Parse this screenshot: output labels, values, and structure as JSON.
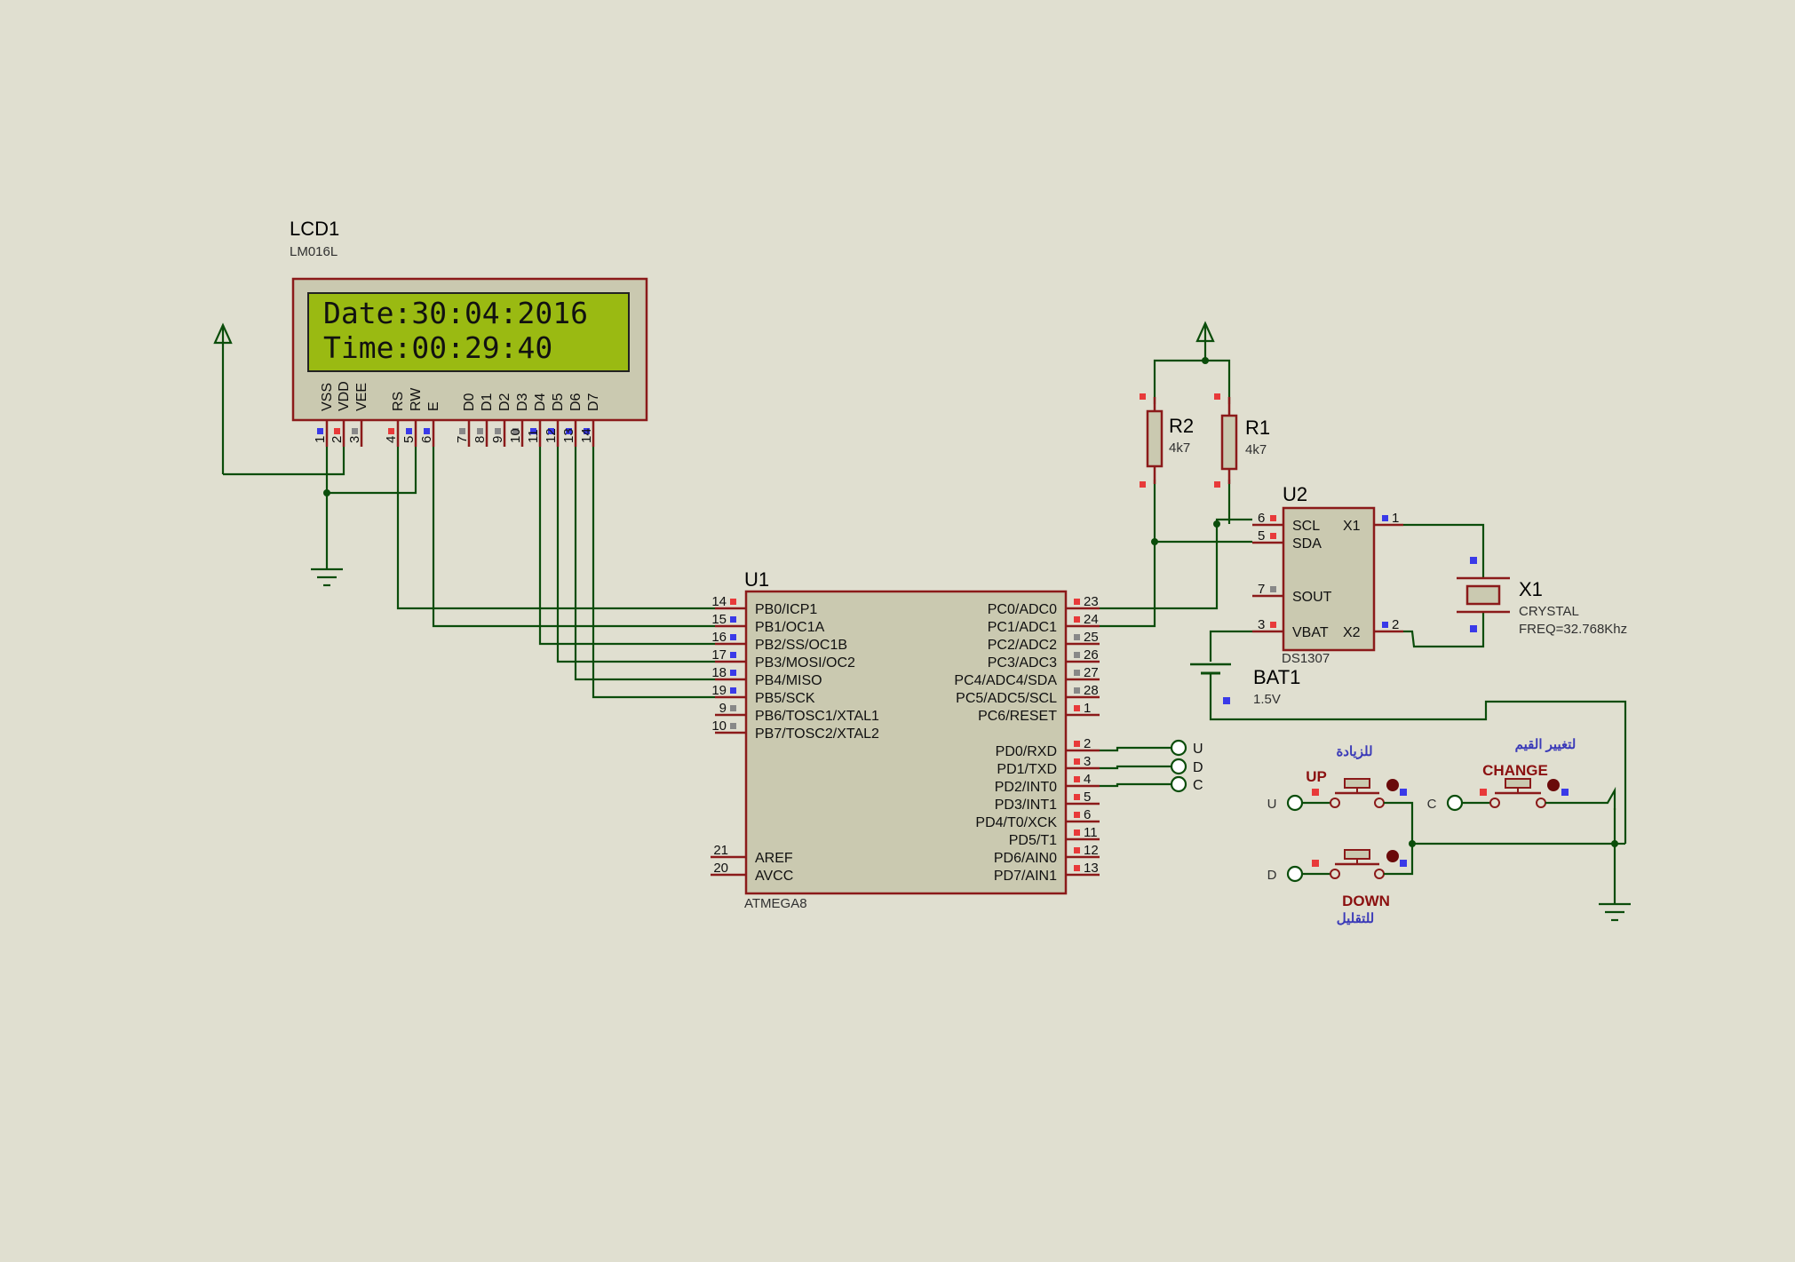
{
  "lcd": {
    "ref": "LCD1",
    "part": "LM016L",
    "line1": "Date:30:04:2016",
    "line2": "Time:00:29:40",
    "pin_names": [
      "VSS",
      "VDD",
      "VEE",
      "RS",
      "RW",
      "E",
      "D0",
      "D1",
      "D2",
      "D3",
      "D4",
      "D5",
      "D6",
      "D7"
    ],
    "pin_numbers": [
      "1",
      "2",
      "3",
      "4",
      "5",
      "6",
      "7",
      "8",
      "9",
      "10",
      "11",
      "12",
      "13",
      "14"
    ],
    "screen_color": "#9aba12"
  },
  "mcu": {
    "ref": "U1",
    "part": "ATMEGA8",
    "left_pins": [
      {
        "num": "14",
        "name": "PB0/ICP1"
      },
      {
        "num": "15",
        "name": "PB1/OC1A"
      },
      {
        "num": "16",
        "name": "PB2/SS/OC1B"
      },
      {
        "num": "17",
        "name": "PB3/MOSI/OC2"
      },
      {
        "num": "18",
        "name": "PB4/MISO"
      },
      {
        "num": "19",
        "name": "PB5/SCK"
      },
      {
        "num": "9",
        "name": "PB6/TOSC1/XTAL1"
      },
      {
        "num": "10",
        "name": "PB7/TOSC2/XTAL2"
      }
    ],
    "left_pins_low": [
      {
        "num": "21",
        "name": "AREF"
      },
      {
        "num": "20",
        "name": "AVCC"
      }
    ],
    "right_pins": [
      {
        "num": "23",
        "name": "PC0/ADC0"
      },
      {
        "num": "24",
        "name": "PC1/ADC1"
      },
      {
        "num": "25",
        "name": "PC2/ADC2"
      },
      {
        "num": "26",
        "name": "PC3/ADC3"
      },
      {
        "num": "27",
        "name": "PC4/ADC4/SDA"
      },
      {
        "num": "28",
        "name": "PC5/ADC5/SCL"
      },
      {
        "num": "1",
        "name": "PC6/RESET"
      },
      {
        "num": "2",
        "name": "PD0/RXD"
      },
      {
        "num": "3",
        "name": "PD1/TXD"
      },
      {
        "num": "4",
        "name": "PD2/INT0"
      },
      {
        "num": "5",
        "name": "PD3/INT1"
      },
      {
        "num": "6",
        "name": "PD4/T0/XCK"
      },
      {
        "num": "11",
        "name": "PD5/T1"
      },
      {
        "num": "12",
        "name": "PD6/AIN0"
      },
      {
        "num": "13",
        "name": "PD7/AIN1"
      }
    ],
    "terminals": [
      "U",
      "D",
      "C"
    ]
  },
  "rtc": {
    "ref": "U2",
    "part": "DS1307",
    "pins": [
      {
        "num": "6",
        "name": "SCL"
      },
      {
        "num": "5",
        "name": "SDA"
      },
      {
        "num": "7",
        "name": "SOUT"
      },
      {
        "num": "3",
        "name": "VBAT"
      },
      {
        "num": "1",
        "name": "X1"
      },
      {
        "num": "2",
        "name": "X2"
      }
    ]
  },
  "resistors": [
    {
      "ref": "R2",
      "value": "4k7"
    },
    {
      "ref": "R1",
      "value": "4k7"
    }
  ],
  "crystal": {
    "ref": "X1",
    "type": "CRYSTAL",
    "freq": "FREQ=32.768Khz"
  },
  "battery": {
    "ref": "BAT1",
    "value": "1.5V"
  },
  "buttons": {
    "up": {
      "title": "UP",
      "arabic": "للزيادة",
      "terminal": "U"
    },
    "down": {
      "title": "DOWN",
      "arabic": "للتقليل",
      "terminal": "D"
    },
    "change": {
      "title": "CHANGE",
      "arabic": "لتغيير القيم",
      "terminal": "C"
    }
  }
}
